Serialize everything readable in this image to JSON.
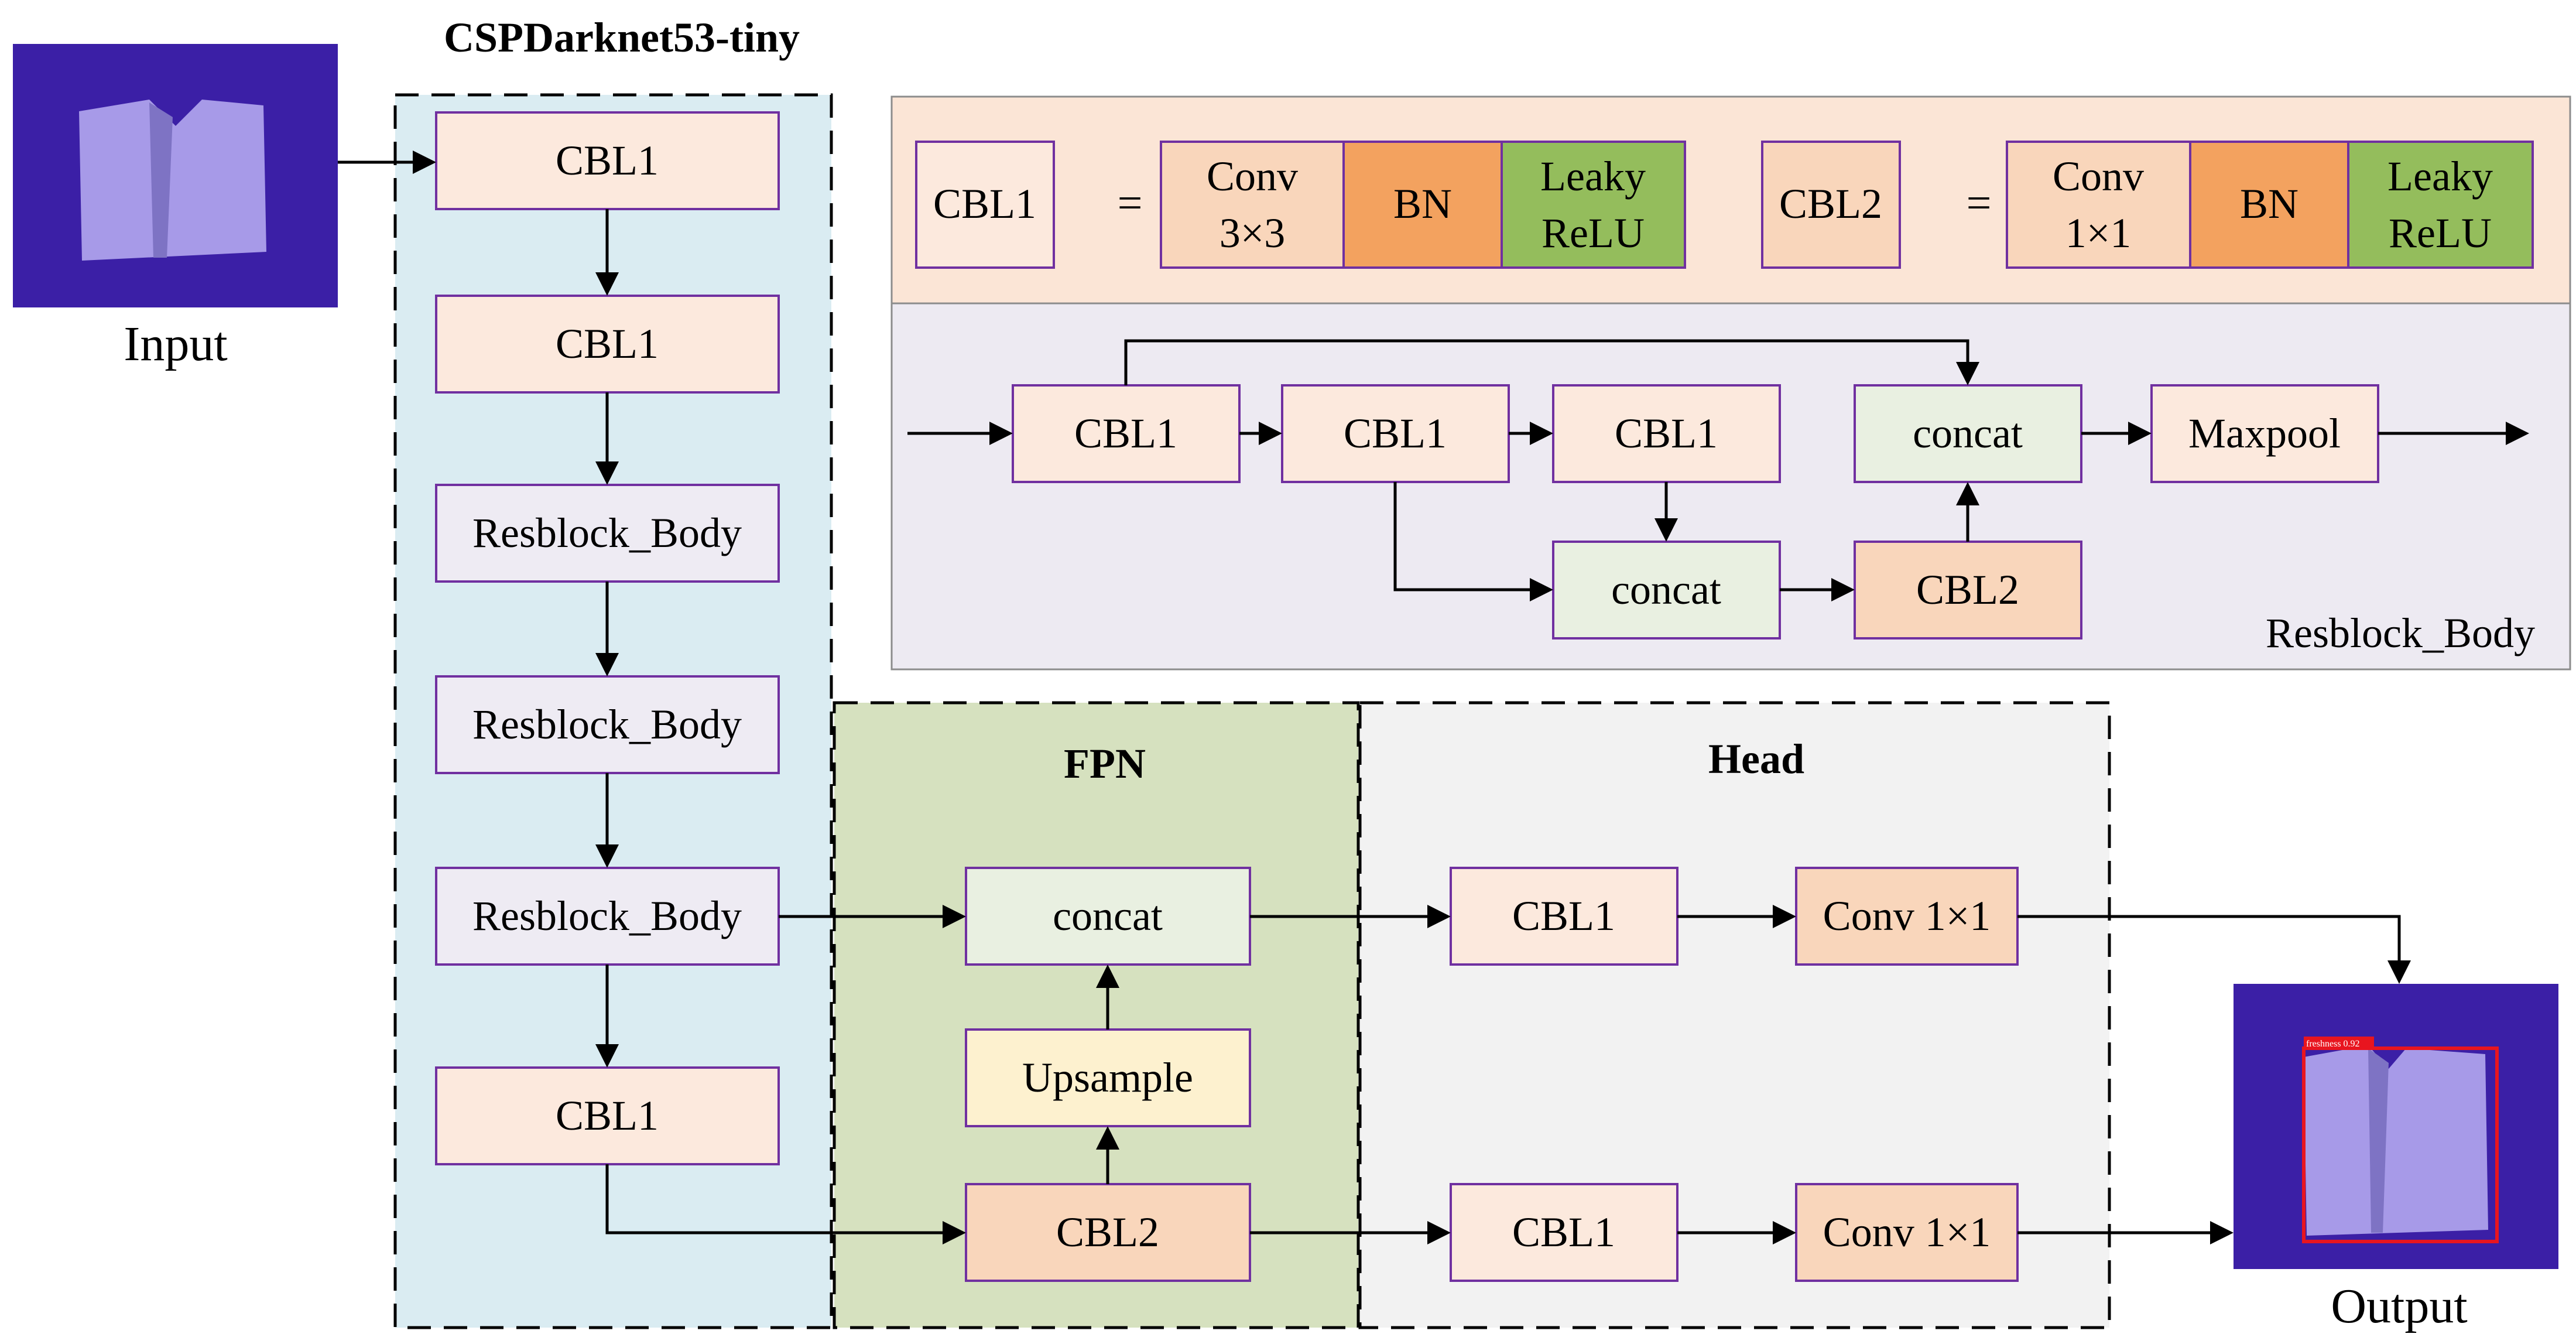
{
  "colors": {
    "backbone_bg": "#daecf2",
    "fpn_bg": "#d6e1bf",
    "head_bg": "#f2f2f2",
    "legend_top_bg": "#fbe5d6",
    "legend_bottom_bg": "#edeaf2",
    "cbl1_fill": "#fce9dd",
    "cbl2_fill": "#f9d6bb",
    "resblock_fill": "#eeebf3",
    "concat_fill": "#e9f0e1",
    "upsample_fill": "#fdf1cf",
    "bn_fill": "#f3a25f",
    "leaky_fill": "#94bd5c",
    "box_stroke": "#7030a0",
    "image_bg": "#3b1fa6",
    "sample_fill": "#a79ae8",
    "detection_box": "#e8151f"
  },
  "labels": {
    "input": "Input",
    "output": "Output",
    "backbone_title": "CSPDarknet53-tiny",
    "fpn_title": "FPN",
    "head_title": "Head",
    "resblock_caption": "Resblock_Body",
    "detection_label": "freshness 0.92"
  },
  "backbone": [
    {
      "label": "CBL1"
    },
    {
      "label": "CBL1"
    },
    {
      "label": "Resblock_Body"
    },
    {
      "label": "Resblock_Body"
    },
    {
      "label": "Resblock_Body"
    },
    {
      "label": "CBL1"
    }
  ],
  "fpn": {
    "concat": "concat",
    "upsample": "Upsample",
    "cbl2": "CBL2"
  },
  "head": {
    "top_cbl": "CBL1",
    "top_conv": "Conv 1×1",
    "bottom_cbl": "CBL1",
    "bottom_conv": "Conv 1×1"
  },
  "legend": {
    "cbl1_name": "CBL1",
    "equals": "=",
    "cbl1_conv": [
      "Conv",
      "3×3"
    ],
    "bn": "BN",
    "leaky": [
      "Leaky",
      "ReLU"
    ],
    "cbl2_name": "CBL2",
    "cbl2_conv": [
      "Conv",
      "1×1"
    ]
  },
  "resblock_detail": {
    "cbl1_a": "CBL1",
    "cbl1_b": "CBL1",
    "cbl1_c": "CBL1",
    "concat_top": "concat",
    "maxpool": "Maxpool",
    "concat_bottom": "concat",
    "cbl2": "CBL2"
  }
}
